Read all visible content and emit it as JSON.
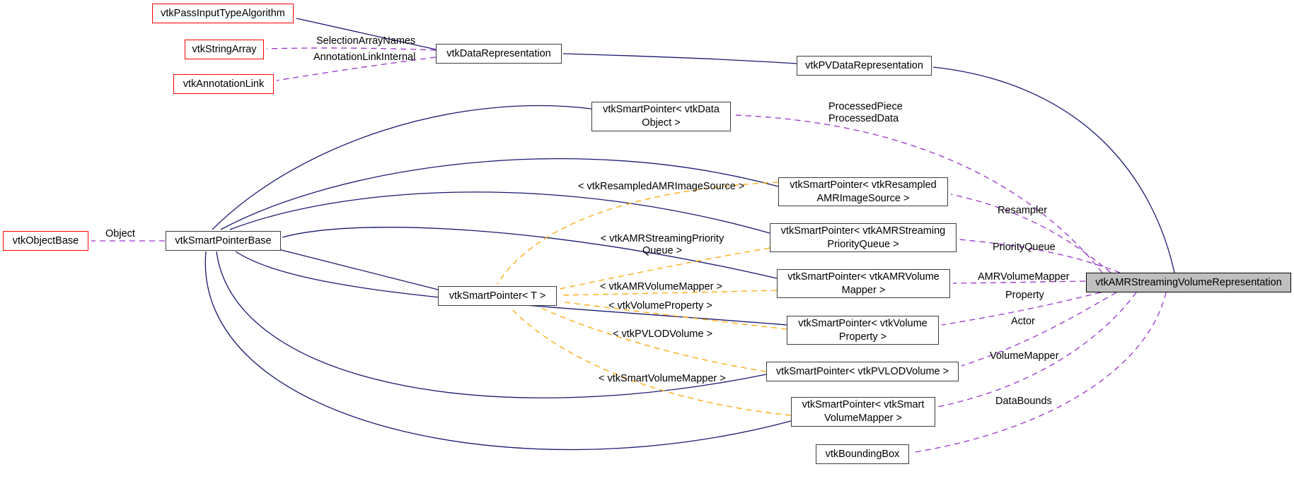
{
  "nodes": {
    "passInputTypeAlgorithm": {
      "label": "vtkPassInputTypeAlgorithm"
    },
    "stringArray": {
      "label": "vtkStringArray"
    },
    "annotationLink": {
      "label": "vtkAnnotationLink"
    },
    "dataRepresentation": {
      "label": "vtkDataRepresentation"
    },
    "pvDataRepresentation": {
      "label": "vtkPVDataRepresentation"
    },
    "spDataObject": {
      "label": "vtkSmartPointer< vtkData Object >"
    },
    "objectBase": {
      "label": "vtkObjectBase"
    },
    "smartPointerBase": {
      "label": "vtkSmartPointerBase"
    },
    "smartPointerT": {
      "label": "vtkSmartPointer< T >"
    },
    "spResampledAMRImageSource": {
      "label": "vtkSmartPointer< vtkResampled AMRImageSource >"
    },
    "spAMRStreamingPriorityQueue": {
      "label": "vtkSmartPointer< vtkAMRStreaming PriorityQueue >"
    },
    "spAMRVolumeMapper": {
      "label": "vtkSmartPointer< vtkAMRVolume Mapper >"
    },
    "spVolumeProperty": {
      "label": "vtkSmartPointer< vtkVolume Property >"
    },
    "spPVLODVolume": {
      "label": "vtkSmartPointer< vtkPVLODVolume >"
    },
    "spSmartVolumeMapper": {
      "label": "vtkSmartPointer< vtkSmart VolumeMapper >"
    },
    "boundingBox": {
      "label": "vtkBoundingBox"
    },
    "main": {
      "label": "vtkAMRStreamingVolumeRepresentation"
    }
  },
  "edge_labels": {
    "selectionArrayNames": "SelectionArrayNames",
    "annotationLinkInternal": "AnnotationLinkInternal",
    "object": "Object",
    "processed": "ProcessedPiece ProcessedData",
    "resampler": "Resampler",
    "priorityQueue": "PriorityQueue",
    "amrVolumeMapper": "AMRVolumeMapper",
    "property": "Property",
    "actor": "Actor",
    "volumeMapper": "VolumeMapper",
    "dataBounds": "DataBounds"
  },
  "template_args": {
    "resampledAMRImageSource": "< vtkResampledAMRImageSource >",
    "amrStreamingPriorityQueue": "< vtkAMRStreamingPriority Queue >",
    "amrVolumeMapper": "< vtkAMRVolumeMapper >",
    "volumeProperty": "< vtkVolumeProperty >",
    "pvLODVolume": "< vtkPVLODVolume >",
    "smartVolumeMapper": "< vtkSmartVolumeMapper >"
  },
  "colors": {
    "inheritance_edge": "#191970",
    "usage_edge": "#9a32cd",
    "template_edge": "#ffa500",
    "documented_node_border": "#3d3d3d",
    "undocumented_node_border": "#ff0000",
    "highlighted_node_fill": "#bfbfbf",
    "node_fill": "#ffffff",
    "background": "#ffffff"
  }
}
